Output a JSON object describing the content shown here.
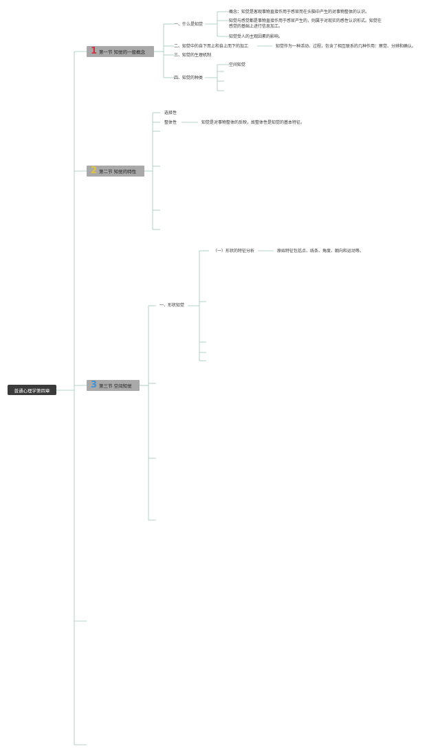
{
  "colors": {
    "line": "#9bc7b5",
    "root_bg": "#3b3b3b",
    "section_bg": "#a9a9a9",
    "num1": "#cf3445",
    "num2": "#e3c634",
    "num3": "#3f93d6"
  },
  "root": {
    "label": "普通心理学第四章"
  },
  "sections": [
    {
      "num": "1",
      "label": "第一节 知觉的一般概念"
    },
    {
      "num": "2",
      "label": "第二节 知觉的特性"
    },
    {
      "num": "3",
      "label": "第三节 空间知觉"
    }
  ],
  "s1": {
    "topic1": "一、什么是知觉",
    "topic1_children": [
      "概念：知觉是客观事物直接作用于感官而在头脑中产生的对事物整体的认识。",
      "知觉与感觉都是事物直接作用于感官产生的，则属于对现实的感性认识形式。知觉在感觉的基础上进行信息加工。",
      "知觉受人的主观因素的影响。"
    ],
    "topic2": "二、知觉中的自下而上和自上而下的加工",
    "topic2_child": "知觉作为一种活动、过程，包含了相互联系的几种作用：察觉、分辨和确认。",
    "topic3": "三、知觉的生理机制",
    "topic4": "四、知觉的种类",
    "topic4_child": "空间知觉"
  },
  "s2": {
    "item1": "选择性",
    "item2": "整体性",
    "item2_child": "知觉是对事物整体的反映，故整体性是知觉的基本特征。"
  },
  "s3": {
    "topic1": "一、形状知觉",
    "sub1": "（一）形状的特征分析",
    "sub1_child": "原始特征包括点、线条、角度、朝向和运动等。"
  }
}
